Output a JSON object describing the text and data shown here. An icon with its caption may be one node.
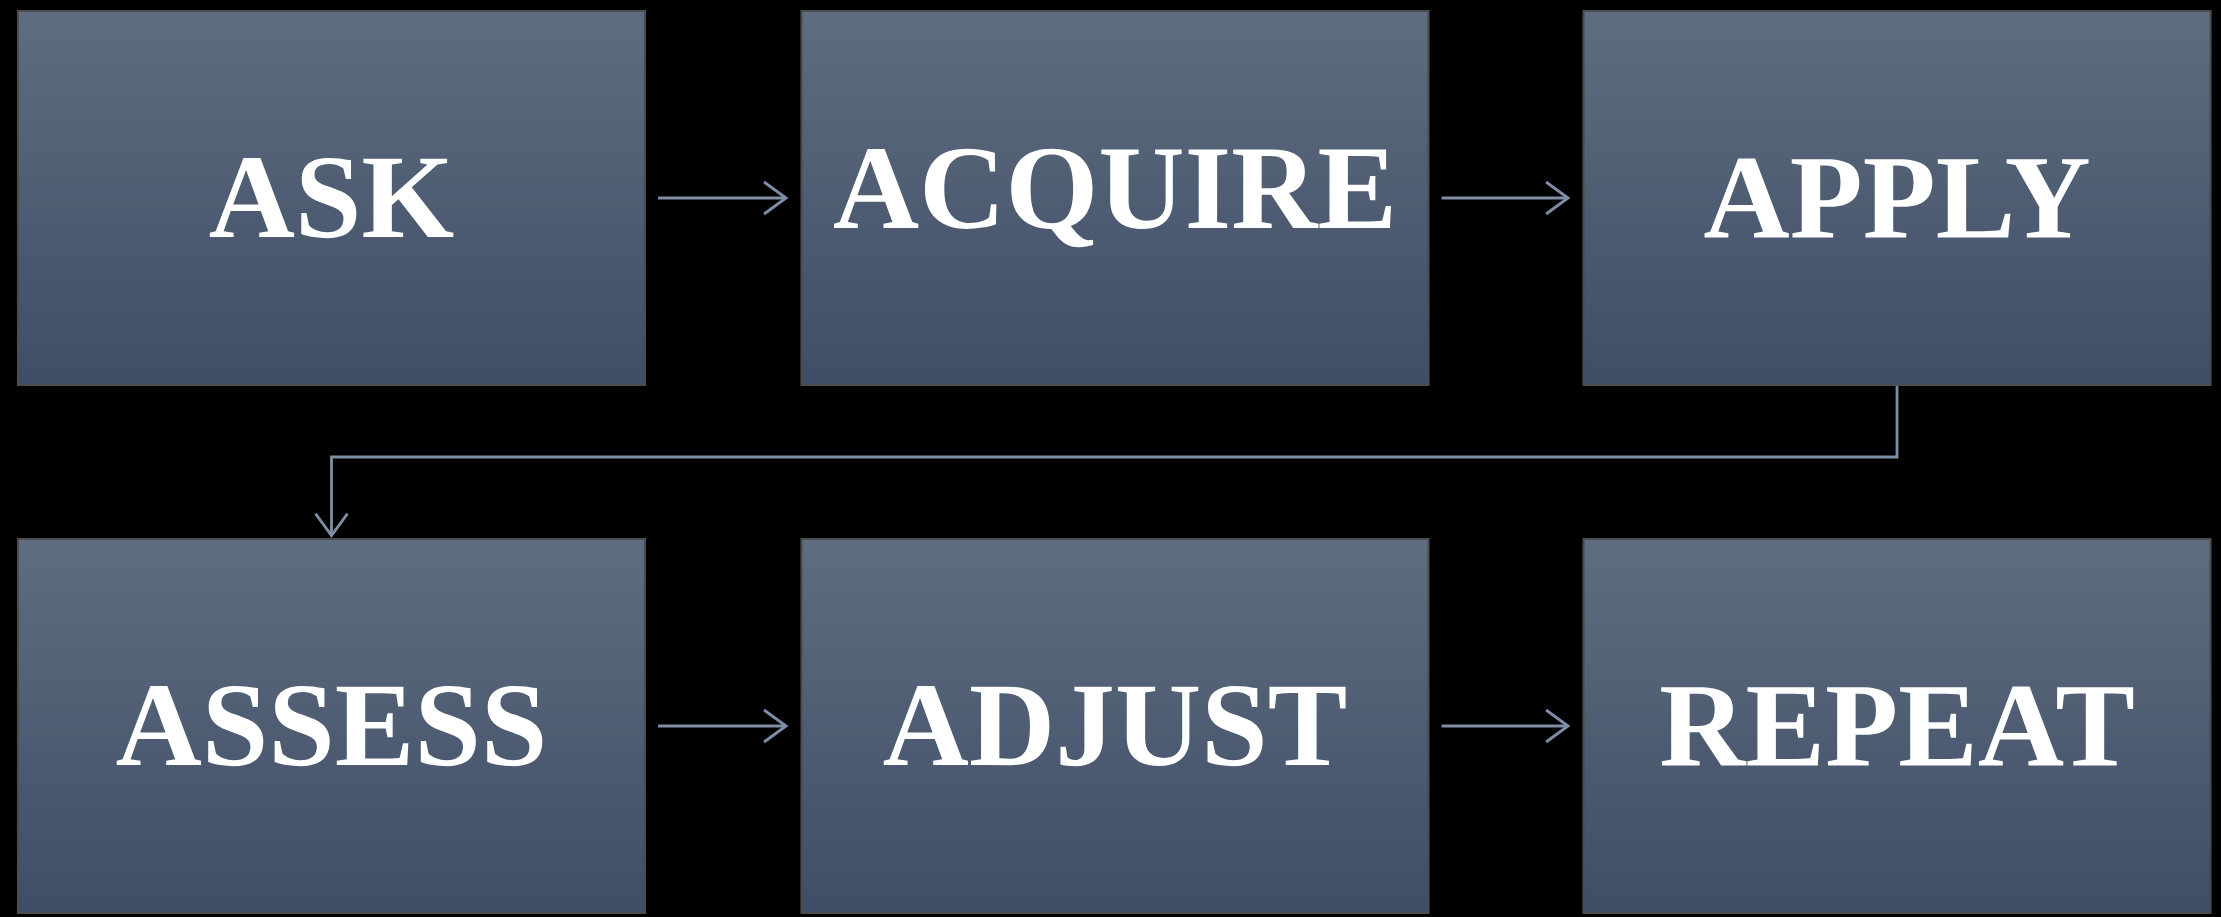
{
  "diagram": {
    "nodes": [
      {
        "text": [
          "ASK"
        ]
      },
      {
        "text": [
          "ACQUIRE"
        ]
      },
      {
        "text": [
          "APPLY"
        ]
      },
      {
        "text": [
          "ASSESS"
        ]
      },
      {
        "text": [
          "ADJUST"
        ]
      },
      {
        "text": [
          "REPEAT"
        ]
      }
    ],
    "edges": [
      {
        "from": 0,
        "to": 1,
        "arrow": "to"
      },
      {
        "from": 1,
        "to": 2,
        "arrow": "to"
      },
      {
        "from": 2,
        "to": 3,
        "arrow": "to"
      },
      {
        "from": 3,
        "to": 4,
        "arrow": "to"
      },
      {
        "from": 4,
        "to": 5,
        "arrow": "to"
      }
    ]
  }
}
